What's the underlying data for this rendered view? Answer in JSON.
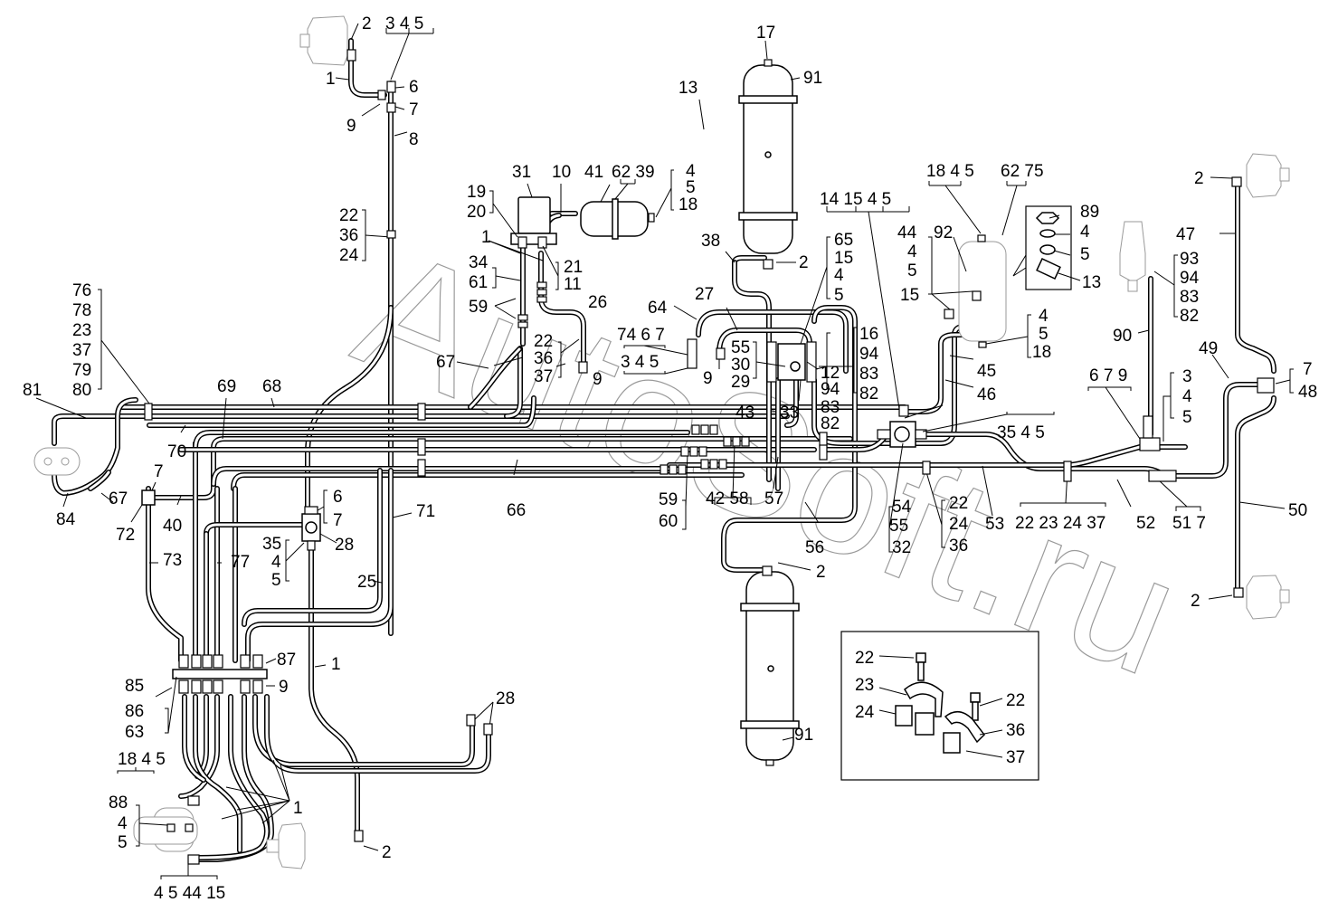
{
  "diagram": {
    "title": "Pneumatic brake system piping",
    "watermark": "AutoSoft.ru",
    "components": {
      "receiver_top": "91",
      "receiver_bottom": "91",
      "receiver_small": "41",
      "condensate_separator": "92",
      "brake_chamber_top_left": "2",
      "brake_chamber_top_right": "2",
      "brake_chamber_bottom_right": "2",
      "brake_chamber_bottom_center": "2",
      "inset_fastening": [
        "22",
        "23",
        "24",
        "22",
        "36",
        "37"
      ],
      "inset_valve": [
        "89",
        "4",
        "5",
        "13"
      ]
    },
    "labels": [
      {
        "id": "l1",
        "text": "2"
      },
      {
        "id": "l2",
        "text": "3 4 5"
      },
      {
        "id": "l3",
        "text": "1"
      },
      {
        "id": "l4",
        "text": "6"
      },
      {
        "id": "l5",
        "text": "9"
      },
      {
        "id": "l6",
        "text": "7"
      },
      {
        "id": "l7",
        "text": "8"
      },
      {
        "id": "l8",
        "text": "22"
      },
      {
        "id": "l9",
        "text": "36"
      },
      {
        "id": "l10",
        "text": "24"
      },
      {
        "id": "l11",
        "text": "76"
      },
      {
        "id": "l12",
        "text": "78"
      },
      {
        "id": "l13",
        "text": "23"
      },
      {
        "id": "l14",
        "text": "37"
      },
      {
        "id": "l15",
        "text": "79"
      },
      {
        "id": "l16",
        "text": "80"
      },
      {
        "id": "l17",
        "text": "81"
      },
      {
        "id": "l18",
        "text": "69"
      },
      {
        "id": "l19",
        "text": "68"
      },
      {
        "id": "l20",
        "text": "70"
      },
      {
        "id": "l21",
        "text": "7"
      },
      {
        "id": "l22",
        "text": "67"
      },
      {
        "id": "l23",
        "text": "84"
      },
      {
        "id": "l24",
        "text": "72"
      },
      {
        "id": "l25",
        "text": "40"
      },
      {
        "id": "l26",
        "text": "73"
      },
      {
        "id": "l27",
        "text": "77"
      },
      {
        "id": "l28",
        "text": "6"
      },
      {
        "id": "l29",
        "text": "7"
      },
      {
        "id": "l30",
        "text": "28"
      },
      {
        "id": "l31",
        "text": "35"
      },
      {
        "id": "l32",
        "text": "4"
      },
      {
        "id": "l33",
        "text": "5"
      },
      {
        "id": "l34",
        "text": "71"
      },
      {
        "id": "l35",
        "text": "25"
      },
      {
        "id": "l36",
        "text": "17"
      },
      {
        "id": "l37",
        "text": "91"
      },
      {
        "id": "l38",
        "text": "13"
      },
      {
        "id": "l39",
        "text": "31"
      },
      {
        "id": "l40",
        "text": "10"
      },
      {
        "id": "l41",
        "text": "41"
      },
      {
        "id": "l42",
        "text": "62 39"
      },
      {
        "id": "l43",
        "text": "4"
      },
      {
        "id": "l44",
        "text": "5"
      },
      {
        "id": "l45",
        "text": "18"
      },
      {
        "id": "l46",
        "text": "19"
      },
      {
        "id": "l47",
        "text": "20"
      },
      {
        "id": "l48",
        "text": "1"
      },
      {
        "id": "l49",
        "text": "21"
      },
      {
        "id": "l50",
        "text": "11"
      },
      {
        "id": "l51",
        "text": "34"
      },
      {
        "id": "l52",
        "text": "61"
      },
      {
        "id": "l53",
        "text": "59"
      },
      {
        "id": "l54",
        "text": "26"
      },
      {
        "id": "l55",
        "text": "22"
      },
      {
        "id": "l56",
        "text": "36"
      },
      {
        "id": "l57",
        "text": "37"
      },
      {
        "id": "l58",
        "text": "9"
      },
      {
        "id": "l59",
        "text": "67"
      },
      {
        "id": "l60",
        "text": "38"
      },
      {
        "id": "l61",
        "text": "2"
      },
      {
        "id": "l62",
        "text": "64"
      },
      {
        "id": "l63",
        "text": "27"
      },
      {
        "id": "l64",
        "text": "74 6 7"
      },
      {
        "id": "l65",
        "text": "3 4 5"
      },
      {
        "id": "l66",
        "text": "9"
      },
      {
        "id": "l67",
        "text": "55"
      },
      {
        "id": "l68",
        "text": "30"
      },
      {
        "id": "l69",
        "text": "29"
      },
      {
        "id": "l70",
        "text": "65"
      },
      {
        "id": "l71",
        "text": "15"
      },
      {
        "id": "l72",
        "text": "4"
      },
      {
        "id": "l73",
        "text": "5"
      },
      {
        "id": "l74",
        "text": "12"
      },
      {
        "id": "l75",
        "text": "94"
      },
      {
        "id": "l76",
        "text": "83"
      },
      {
        "id": "l77",
        "text": "82"
      },
      {
        "id": "l78",
        "text": "16"
      },
      {
        "id": "l79",
        "text": "94"
      },
      {
        "id": "l80",
        "text": "83"
      },
      {
        "id": "l81",
        "text": "82"
      },
      {
        "id": "l82",
        "text": "43"
      },
      {
        "id": "l83",
        "text": "33"
      },
      {
        "id": "l84",
        "text": "66"
      },
      {
        "id": "l85",
        "text": "59"
      },
      {
        "id": "l86",
        "text": "60"
      },
      {
        "id": "l87",
        "text": "42 58"
      },
      {
        "id": "l88",
        "text": "57"
      },
      {
        "id": "l89",
        "text": "56"
      },
      {
        "id": "l90",
        "text": "2"
      },
      {
        "id": "l91",
        "text": "91"
      },
      {
        "id": "l92",
        "text": "14 15 4 5"
      },
      {
        "id": "l93",
        "text": "18 4 5"
      },
      {
        "id": "l94",
        "text": "62 75"
      },
      {
        "id": "l95",
        "text": "44"
      },
      {
        "id": "l96",
        "text": "4"
      },
      {
        "id": "l97",
        "text": "5"
      },
      {
        "id": "l98",
        "text": "15"
      },
      {
        "id": "l99",
        "text": "92"
      },
      {
        "id": "l100",
        "text": "89"
      },
      {
        "id": "l101",
        "text": "4"
      },
      {
        "id": "l102",
        "text": "5"
      },
      {
        "id": "l103",
        "text": "13"
      },
      {
        "id": "l104",
        "text": "4"
      },
      {
        "id": "l105",
        "text": "5"
      },
      {
        "id": "l106",
        "text": "18"
      },
      {
        "id": "l107",
        "text": "45"
      },
      {
        "id": "l108",
        "text": "46"
      },
      {
        "id": "l109",
        "text": "35 4 5"
      },
      {
        "id": "l110",
        "text": "54"
      },
      {
        "id": "l111",
        "text": "55"
      },
      {
        "id": "l112",
        "text": "32"
      },
      {
        "id": "l113",
        "text": "22"
      },
      {
        "id": "l114",
        "text": "24"
      },
      {
        "id": "l115",
        "text": "36"
      },
      {
        "id": "l116",
        "text": "53"
      },
      {
        "id": "l117",
        "text": "22 23 24 37"
      },
      {
        "id": "l118",
        "text": "52"
      },
      {
        "id": "l119",
        "text": "51 7"
      },
      {
        "id": "l120",
        "text": "6 7 9"
      },
      {
        "id": "l121",
        "text": "3"
      },
      {
        "id": "l122",
        "text": "4"
      },
      {
        "id": "l123",
        "text": "5"
      },
      {
        "id": "l124",
        "text": "90"
      },
      {
        "id": "l125",
        "text": "93"
      },
      {
        "id": "l126",
        "text": "94"
      },
      {
        "id": "l127",
        "text": "83"
      },
      {
        "id": "l128",
        "text": "82"
      },
      {
        "id": "l129",
        "text": "2"
      },
      {
        "id": "l130",
        "text": "47"
      },
      {
        "id": "l131",
        "text": "49"
      },
      {
        "id": "l132",
        "text": "7"
      },
      {
        "id": "l133",
        "text": "48"
      },
      {
        "id": "l134",
        "text": "50"
      },
      {
        "id": "l135",
        "text": "2"
      },
      {
        "id": "l136",
        "text": "87"
      },
      {
        "id": "l137",
        "text": "85"
      },
      {
        "id": "l138",
        "text": "9"
      },
      {
        "id": "l139",
        "text": "86"
      },
      {
        "id": "l140",
        "text": "63"
      },
      {
        "id": "l141",
        "text": "18 4 5"
      },
      {
        "id": "l142",
        "text": "1"
      },
      {
        "id": "l143",
        "text": "28"
      },
      {
        "id": "l144",
        "text": "88"
      },
      {
        "id": "l145",
        "text": "4"
      },
      {
        "id": "l146",
        "text": "5"
      },
      {
        "id": "l147",
        "text": "1"
      },
      {
        "id": "l148",
        "text": "2"
      },
      {
        "id": "l149",
        "text": "4 5 44 15"
      },
      {
        "id": "l150",
        "text": "22"
      },
      {
        "id": "l151",
        "text": "23"
      },
      {
        "id": "l152",
        "text": "24"
      },
      {
        "id": "l153",
        "text": "22"
      },
      {
        "id": "l154",
        "text": "36"
      },
      {
        "id": "l155",
        "text": "37"
      }
    ]
  }
}
